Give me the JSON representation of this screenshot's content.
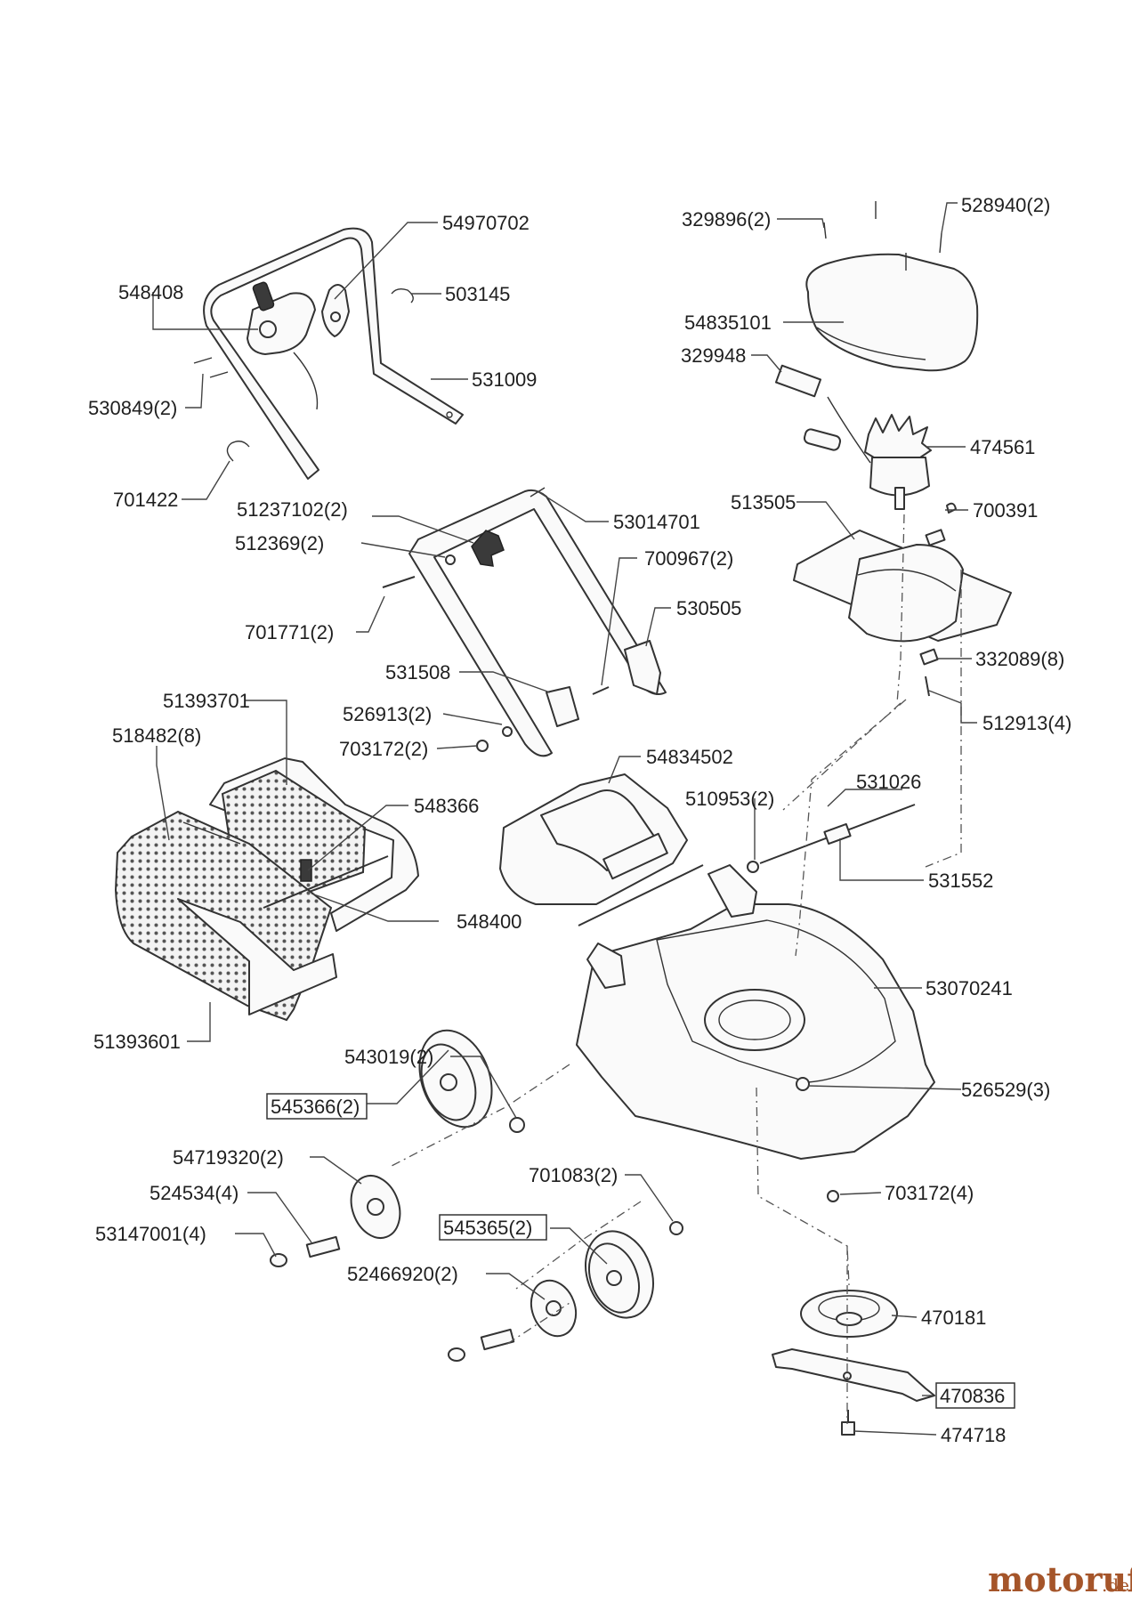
{
  "diagram": {
    "labels": {
      "p54970702": "54970702",
      "p548408": "548408",
      "p503145": "503145",
      "p531009": "531009",
      "p530849": "530849(2)",
      "p701422": "701422",
      "p329896": "329896(2)",
      "p528940": "528940(2)",
      "p54835101": "54835101",
      "p329948": "329948",
      "p474561": "474561",
      "p513505": "513505",
      "p700391": "700391",
      "p332089": "332089(8)",
      "p512913": "512913(4)",
      "p51237102": "51237102(2)",
      "p512369": "512369(2)",
      "p53014701": "53014701",
      "p700967": "700967(2)",
      "p701771": "701771(2)",
      "p530505": "530505",
      "p531508": "531508",
      "p51393701": "51393701",
      "p518482": "518482(8)",
      "p526913": "526913(2)",
      "p703172a": "703172(2)",
      "p54834502": "54834502",
      "p548366": "548366",
      "p510953": "510953(2)",
      "p531026": "531026",
      "p531552": "531552",
      "p548400": "548400",
      "p53070241": "53070241",
      "p51393601": "51393601",
      "p543019": "543019(2)",
      "p545366": "545366(2)",
      "p526529": "526529(3)",
      "p54719320": "54719320(2)",
      "p701083": "701083(2)",
      "p524534": "524534(4)",
      "p703172b": "703172(4)",
      "p545365": "545365(2)",
      "p53147001": "53147001(4)",
      "p52466920": "52466920(2)",
      "p470181": "470181",
      "p470836": "470836",
      "p474718": "474718"
    },
    "watermark": {
      "main": "motoruf",
      "suffix": ".de"
    }
  }
}
